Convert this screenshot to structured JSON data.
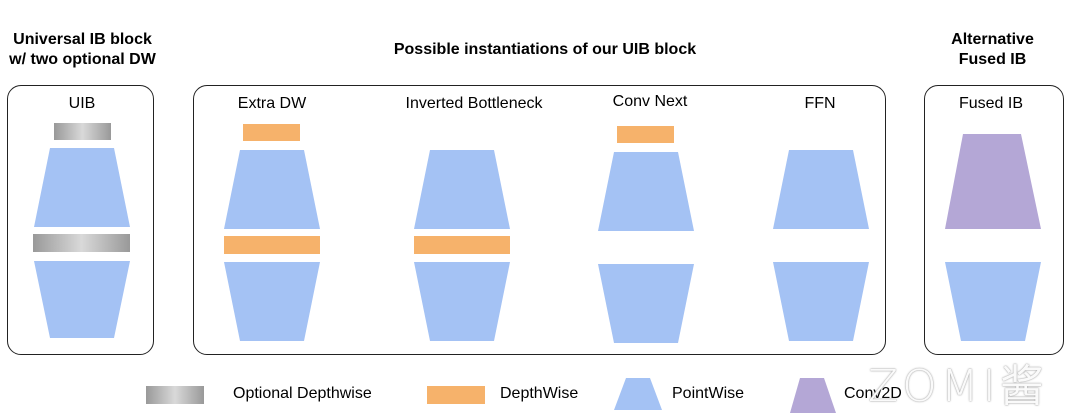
{
  "headings": {
    "universal": [
      "Universal IB block",
      "w/ two optional DW"
    ],
    "possible": "Possible instantiations of our UIB block",
    "alternative": [
      "Alternative",
      "Fused IB"
    ]
  },
  "blocks": {
    "uib": "UIB",
    "extra_dw": "Extra DW",
    "inverted_bottleneck": "Inverted Bottleneck",
    "conv_next": "Conv Next",
    "ffn": "FFN",
    "fused_ib": "Fused IB"
  },
  "legend": {
    "optional_dw": "Optional Depthwise",
    "depthwise": "DepthWise",
    "pointwise": "PointWise",
    "conv2d": "Conv2D"
  },
  "watermark": "ZOMI酱",
  "colors": {
    "pointwise": "#a4c2f4",
    "depthwise": "#f6b26b",
    "optional_gradient_edge": "#999999",
    "optional_gradient_mid": "#d9d9d9",
    "conv2d": "#b4a7d6"
  }
}
